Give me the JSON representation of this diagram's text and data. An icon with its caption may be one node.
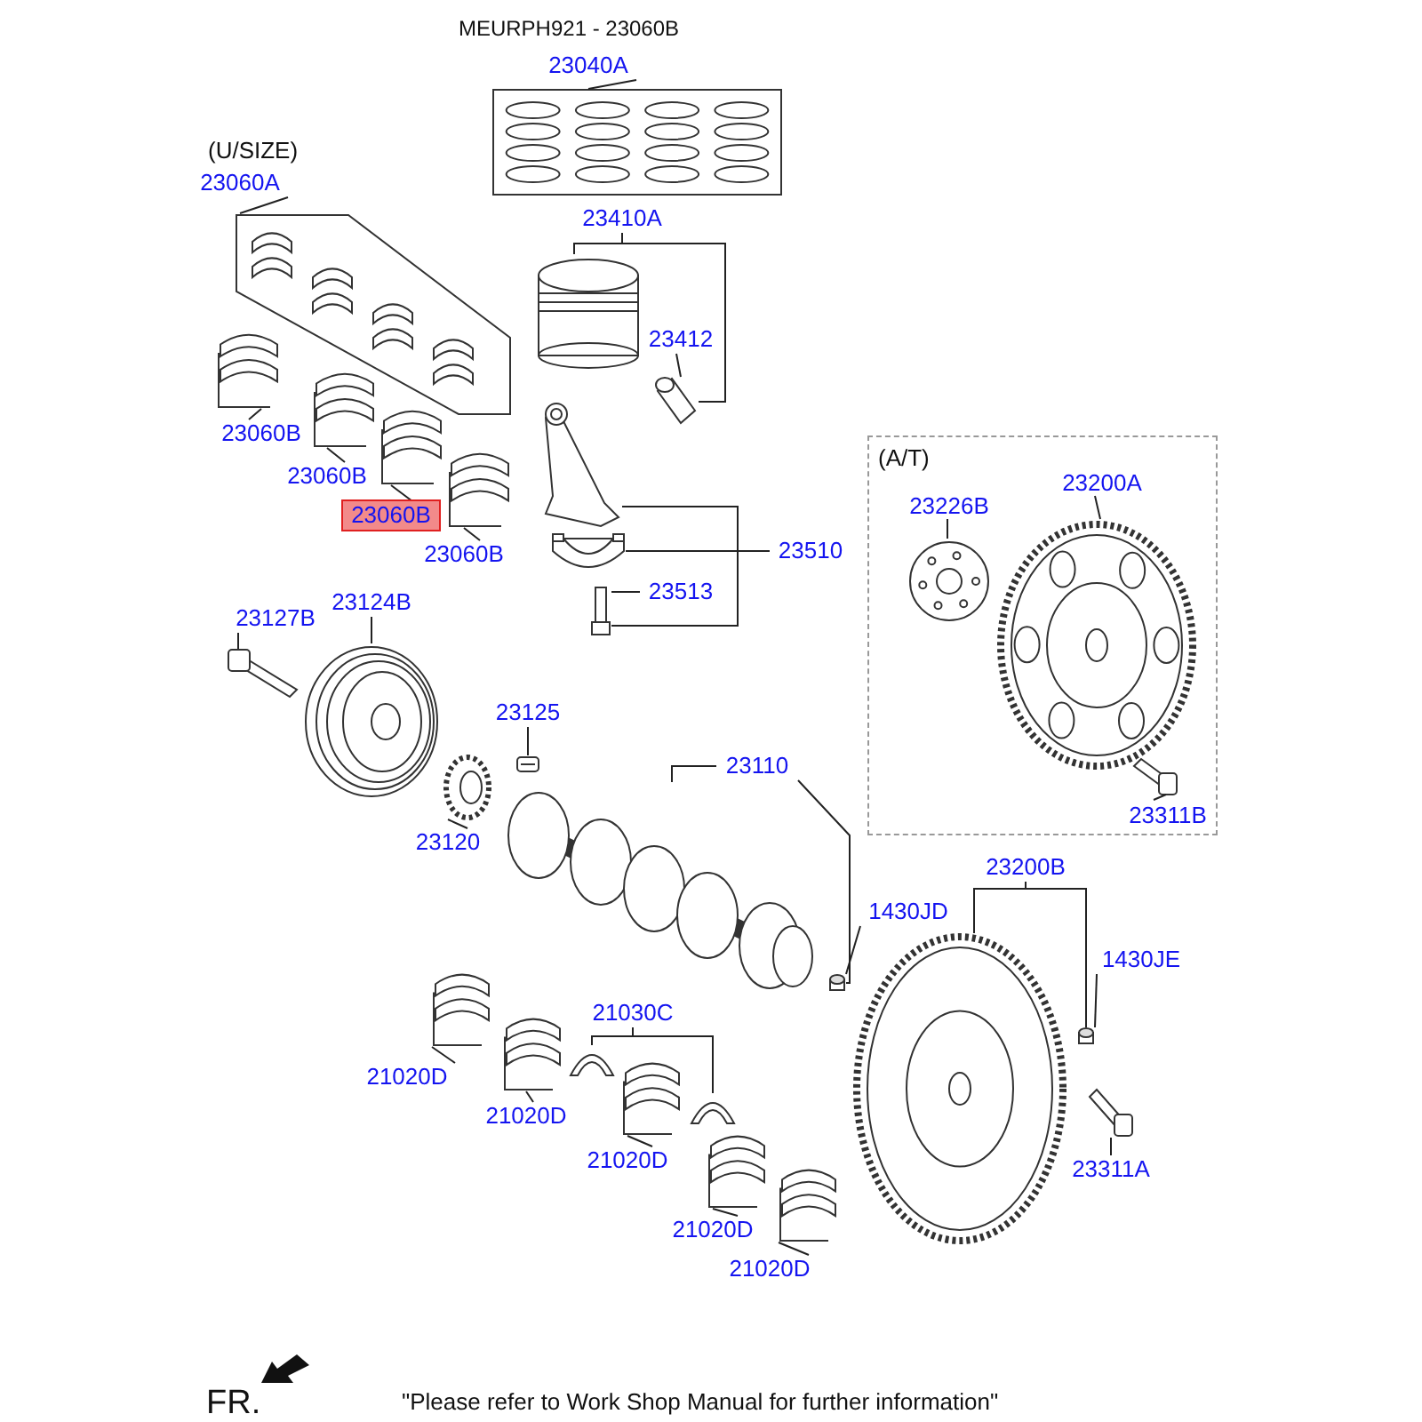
{
  "diagram": {
    "title": "MEURPH921 - 23060B",
    "nodes": [
      {
        "text": [
          "23040A"
        ]
      },
      {
        "text": [],
        "shape": "picture"
      },
      {
        "text": [
          "23060A"
        ]
      },
      {
        "text": [],
        "shape": "picture"
      },
      {
        "text": [
          "23410A"
        ]
      },
      {
        "text": [],
        "shape": "picture"
      },
      {
        "text": [
          "23412"
        ]
      },
      {
        "text": [],
        "shape": "picture"
      },
      {
        "text": [
          "23060B"
        ]
      },
      {
        "text": [],
        "shape": "picture"
      },
      {
        "text": [
          "23060B"
        ]
      },
      {
        "text": [],
        "shape": "picture"
      },
      {
        "text": [
          "23060B"
        ]
      },
      {
        "text": [],
        "shape": "picture"
      },
      {
        "text": [
          "23060B"
        ]
      },
      {
        "text": [],
        "shape": "picture"
      },
      {
        "text": [],
        "shape": "picture"
      },
      {
        "text": [],
        "shape": "picture"
      },
      {
        "text": [],
        "shape": "picture"
      },
      {
        "text": [
          "23510"
        ]
      },
      {
        "text": [
          "23513"
        ]
      },
      {
        "text": [
          "23127B"
        ]
      },
      {
        "text": [],
        "shape": "picture"
      },
      {
        "text": [
          "23124B"
        ]
      },
      {
        "text": [],
        "shape": "picture"
      },
      {
        "text": [
          "23125"
        ]
      },
      {
        "text": [],
        "shape": "picture"
      },
      {
        "text": [
          "23120"
        ]
      },
      {
        "text": [],
        "shape": "picture"
      },
      {
        "text": [
          "23110"
        ]
      },
      {
        "text": [],
        "shape": "picture"
      },
      {
        "text": [
          "1430JD"
        ]
      },
      {
        "text": [],
        "shape": "cylinder"
      },
      {
        "text": [
          "(A/T)"
        ]
      },
      {
        "text": [
          "23226B"
        ],
        "in": 33
      },
      {
        "text": [],
        "shape": "picture",
        "in": 33
      },
      {
        "text": [
          "23200A"
        ],
        "in": 33
      },
      {
        "text": [],
        "shape": "picture",
        "in": 33
      },
      {
        "text": [
          "23311B"
        ],
        "in": 33
      },
      {
        "text": [],
        "shape": "picture",
        "in": 33
      },
      {
        "text": [
          "23200B"
        ]
      },
      {
        "text": [],
        "shape": "picture"
      },
      {
        "text": [
          "1430JE"
        ]
      },
      {
        "text": [],
        "shape": "cylinder"
      },
      {
        "text": [
          "23311A"
        ]
      },
      {
        "text": [],
        "shape": "picture"
      },
      {
        "text": [
          "21030C"
        ]
      },
      {
        "text": [],
        "shape": "picture"
      },
      {
        "text": [],
        "shape": "picture"
      },
      {
        "text": [
          "21020D"
        ]
      },
      {
        "text": [],
        "shape": "picture"
      },
      {
        "text": [
          "21020D"
        ]
      },
      {
        "text": [],
        "shape": "picture"
      },
      {
        "text": [
          "21020D"
        ]
      },
      {
        "text": [],
        "shape": "picture"
      },
      {
        "text": [
          "21020D"
        ]
      },
      {
        "text": [],
        "shape": "picture"
      },
      {
        "text": [
          "21020D"
        ]
      },
      {
        "text": [],
        "shape": "picture"
      }
    ],
    "edges": [
      {
        "from": 0,
        "to": 1,
        "arrow": "none"
      },
      {
        "from": 2,
        "to": 3,
        "arrow": "none"
      },
      {
        "from": 4,
        "to": 5,
        "arrow": "none"
      },
      {
        "from": 4,
        "to": 7,
        "arrow": "none"
      },
      {
        "from": 6,
        "to": 7,
        "arrow": "none"
      },
      {
        "from": 8,
        "to": 9,
        "arrow": "none"
      },
      {
        "from": 10,
        "to": 11,
        "arrow": "none"
      },
      {
        "from": 12,
        "to": 13,
        "arrow": "none"
      },
      {
        "from": 14,
        "to": 15,
        "arrow": "none"
      },
      {
        "from": 19,
        "to": 16,
        "arrow": "none"
      },
      {
        "from": 19,
        "to": 17,
        "arrow": "none"
      },
      {
        "from": 19,
        "to": 18,
        "arrow": "none"
      },
      {
        "from": 20,
        "to": 18,
        "arrow": "none"
      },
      {
        "from": 21,
        "to": 22,
        "arrow": "none"
      },
      {
        "from": 23,
        "to": 24,
        "arrow": "none"
      },
      {
        "from": 25,
        "to": 26,
        "arrow": "none"
      },
      {
        "from": 27,
        "to": 28,
        "arrow": "none"
      },
      {
        "from": 29,
        "to": 30,
        "arrow": "none"
      },
      {
        "from": 29,
        "to": 32,
        "arrow": "none"
      },
      {
        "from": 31,
        "to": 32,
        "arrow": "none"
      },
      {
        "from": 34,
        "to": 35,
        "arrow": "none"
      },
      {
        "from": 36,
        "to": 37,
        "arrow": "none"
      },
      {
        "from": 38,
        "to": 39,
        "arrow": "none"
      },
      {
        "from": 40,
        "to": 41,
        "arrow": "none"
      },
      {
        "from": 40,
        "to": 43,
        "arrow": "none"
      },
      {
        "from": 42,
        "to": 43,
        "arrow": "none"
      },
      {
        "from": 44,
        "to": 45,
        "arrow": "none"
      },
      {
        "from": 46,
        "to": 47,
        "arrow": "none"
      },
      {
        "from": 46,
        "to": 48,
        "arrow": "none"
      },
      {
        "from": 49,
        "to": 50,
        "arrow": "none"
      },
      {
        "from": 51,
        "to": 52,
        "arrow": "none"
      },
      {
        "from": 53,
        "to": 54,
        "arrow": "none"
      },
      {
        "from": 55,
        "to": 56,
        "arrow": "none"
      },
      {
        "from": 57,
        "to": 58,
        "arrow": "none"
      }
    ],
    "labels": [
      "(U/SIZE)",
      "FR.",
      "\"Please refer to Work Shop Manual for further information\""
    ]
  }
}
